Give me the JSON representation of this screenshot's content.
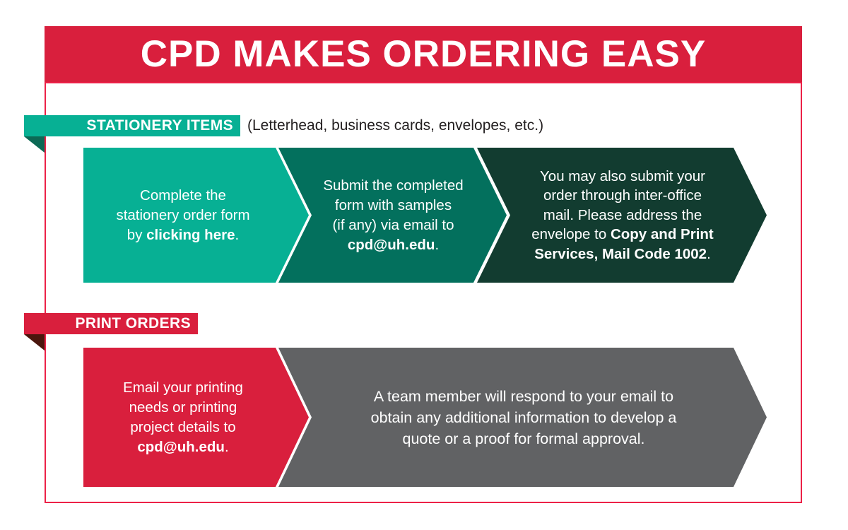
{
  "palette": {
    "banner_red": "#D91F3D",
    "border_red": "#EC2147",
    "teal": "#07B094",
    "teal_fold": "#0C6955",
    "teal_dark": "#03705D",
    "green_dark": "#123C30",
    "gray": "#616264",
    "maroon_fold": "#4A160D",
    "text_dark": "#231F20",
    "text_light": "#FFFFFF"
  },
  "header": {
    "title": "CPD MAKES ORDERING EASY",
    "color": "#D91F3D"
  },
  "sections": [
    {
      "name": "stationery-items",
      "ribbon": {
        "label": "STATIONERY ITEMS",
        "color": "#07B094",
        "fold_color": "#0C6955"
      },
      "note": "(Letterhead, business cards, envelopes, etc.)",
      "steps": [
        {
          "name": "complete-order-form",
          "color": "#07B094",
          "rich": [
            {
              "t": "Complete the\nstationery order form\nby "
            },
            {
              "t": "clicking here",
              "b": true,
              "link": true
            },
            {
              "t": "."
            }
          ]
        },
        {
          "name": "submit-form-via-email",
          "color": "#03705D",
          "rich": [
            {
              "t": "Submit the completed\nform with samples\n(if any) via email to\n"
            },
            {
              "t": "cpd@uh.edu",
              "b": true
            },
            {
              "t": "."
            }
          ]
        },
        {
          "name": "interoffice-mail-option",
          "color": "#123C30",
          "rich": [
            {
              "t": "You may also submit your\norder through inter-office\nmail. Please address the\nenvelope to "
            },
            {
              "t": "Copy and Print\nServices, Mail Code 1002",
              "b": true
            },
            {
              "t": "."
            }
          ]
        }
      ]
    },
    {
      "name": "print-orders",
      "ribbon": {
        "label": "PRINT ORDERS",
        "color": "#D91F3D",
        "fold_color": "#4A160D"
      },
      "note": "",
      "steps": [
        {
          "name": "email-printing-needs",
          "color": "#D91F3D",
          "rich": [
            {
              "t": "Email your printing\nneeds or printing\nproject details to\n"
            },
            {
              "t": "cpd@uh.edu",
              "b": true
            },
            {
              "t": "."
            }
          ]
        },
        {
          "name": "team-member-response",
          "color": "#616264",
          "rich": [
            {
              "t": "A team member will respond to your email to\nobtain any additional information to develop a\nquote or a proof for formal approval."
            }
          ]
        }
      ]
    }
  ]
}
